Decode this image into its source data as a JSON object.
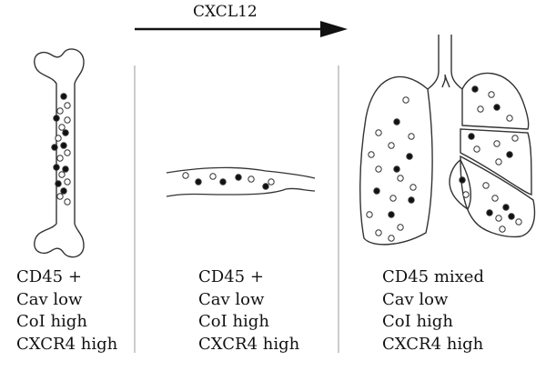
{
  "arrow": {
    "label": "CXCL12"
  },
  "panels": [
    {
      "id": "bone-marrow",
      "lines": [
        "CD45 +",
        "Cav low",
        "CoI high",
        "CXCR4 high"
      ]
    },
    {
      "id": "blood-vessel",
      "lines": [
        "CD45 +",
        "Cav low",
        "CoI high",
        "CXCR4 high"
      ]
    },
    {
      "id": "lung",
      "lines": [
        "CD45 mixed",
        "Cav low",
        "CoI high",
        "CXCR4 high"
      ]
    }
  ],
  "legend_colors": {
    "stroke": "#333333",
    "filled_cell": "#111111",
    "open_cell": "#ffffff"
  }
}
